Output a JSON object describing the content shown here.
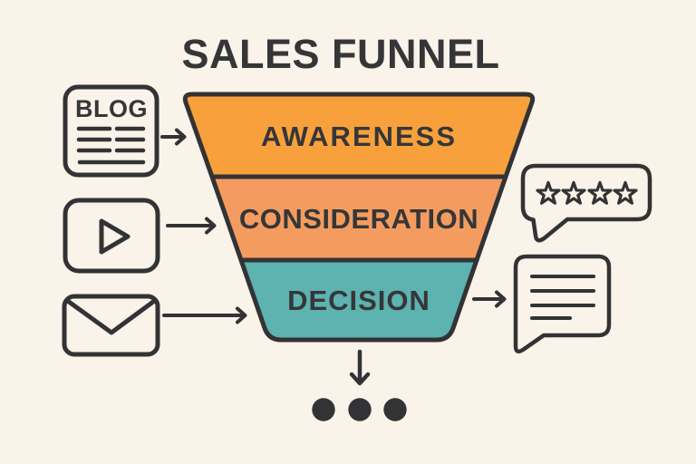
{
  "title": "SALES FUNNEL",
  "colors": {
    "background": "#FAF3E9",
    "outline": "#333335",
    "text": "#363638"
  },
  "funnel": {
    "stages": [
      {
        "label": "AWARENESS",
        "color": "#F8A13C"
      },
      {
        "label": "CONSIDERATION",
        "color": "#F49C60"
      },
      {
        "label": "DECISION",
        "color": "#5CB3AF"
      }
    ]
  },
  "sources": {
    "blog": {
      "label": "BLOG",
      "icon": "blog-document-icon"
    },
    "video": {
      "icon": "video-play-icon"
    },
    "email": {
      "icon": "email-envelope-icon"
    }
  },
  "outputs": {
    "rating": {
      "icon": "rating-stars-bubble-icon",
      "stars": 4
    },
    "testimonial": {
      "icon": "testimonial-bubble-icon"
    }
  }
}
